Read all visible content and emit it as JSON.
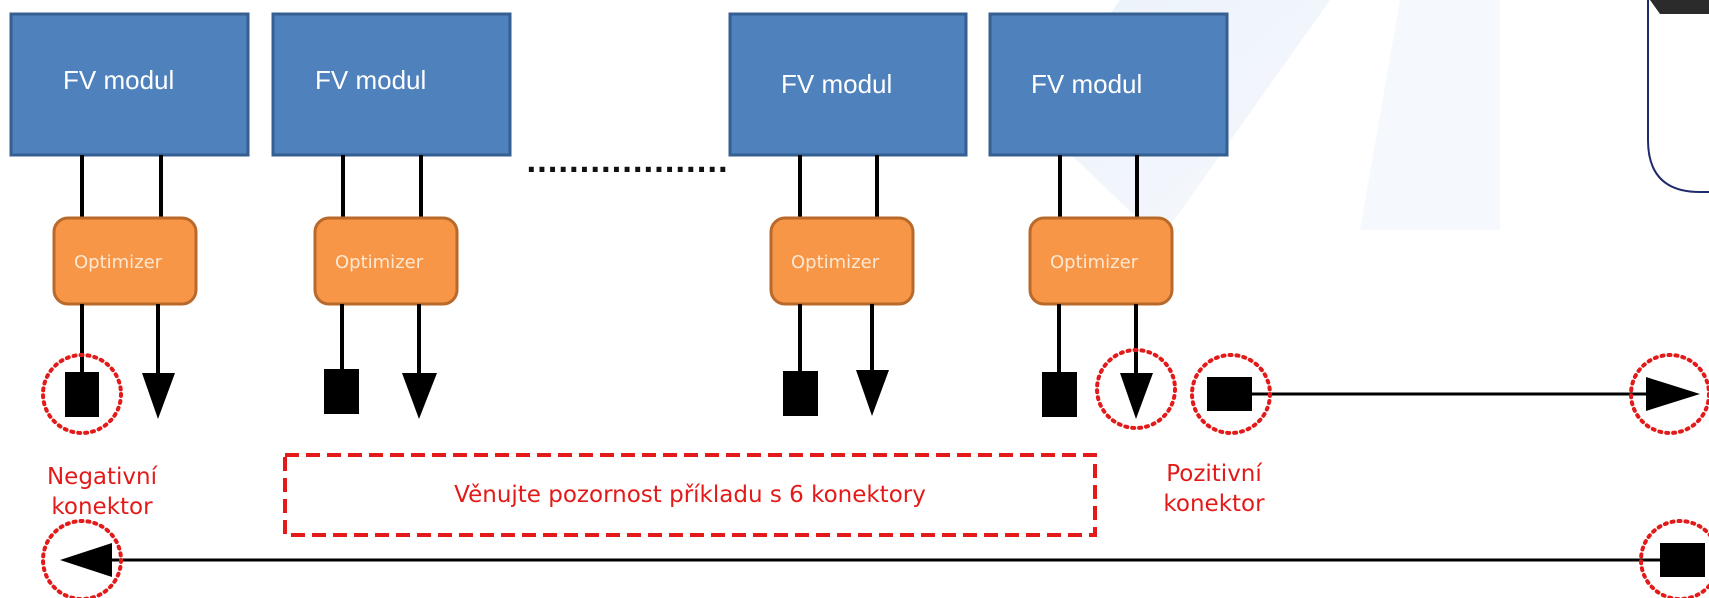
{
  "modules": [
    {
      "label": "FV modul",
      "optimizer": "Optimizer"
    },
    {
      "label": "FV modul",
      "optimizer": "Optimizer"
    },
    {
      "label": "FV modul",
      "optimizer": "Optimizer"
    },
    {
      "label": "FV modul",
      "optimizer": "Optimizer"
    }
  ],
  "ellipsis": "...................",
  "labels": {
    "negative_line1": "Negativní",
    "negative_line2": "konektor",
    "positive_line1": "Pozitivní",
    "positive_line2": "konektor"
  },
  "note": "Věnujte pozornost příkladu s 6 konektory",
  "colors": {
    "module_fill": "#4f81bd",
    "module_stroke": "#355f91",
    "optimizer_fill": "#f79646",
    "optimizer_stroke": "#b9692a",
    "highlight": "#e31a1a",
    "background_watermark": "#eef3fb"
  },
  "icons": [
    "negative-connector-icon",
    "positive-connector-icon"
  ]
}
